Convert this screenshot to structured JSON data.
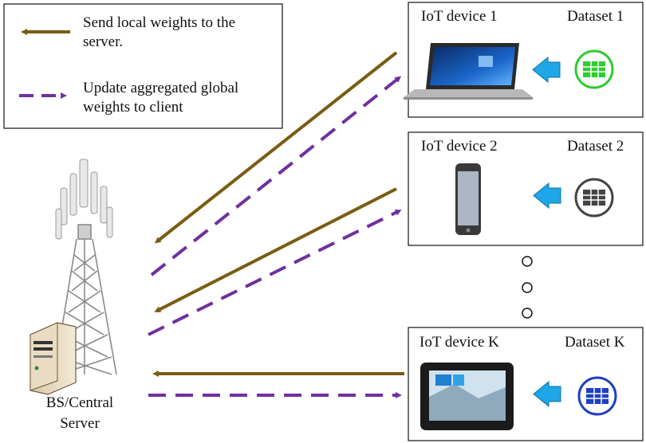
{
  "legend": {
    "send_label": "Send local weights to the server.",
    "update_label": "Update aggregated global weights to client"
  },
  "server": {
    "label_line1": "BS/Central",
    "label_line2": "Server"
  },
  "devices": [
    {
      "name": "IoT device 1",
      "dataset": "Dataset 1",
      "kind": "laptop",
      "dataset_color": "#2ecc2e"
    },
    {
      "name": "IoT device 2",
      "dataset": "Dataset 2",
      "kind": "phone",
      "dataset_color": "#444444"
    },
    {
      "name": "IoT device K",
      "dataset": "Dataset K",
      "kind": "tablet",
      "dataset_color": "#1f3fbf"
    }
  ],
  "colors": {
    "send_arrow": "#7a5c12",
    "update_arrow": "#7030a0",
    "data_arrow": "#1ea7e8"
  }
}
